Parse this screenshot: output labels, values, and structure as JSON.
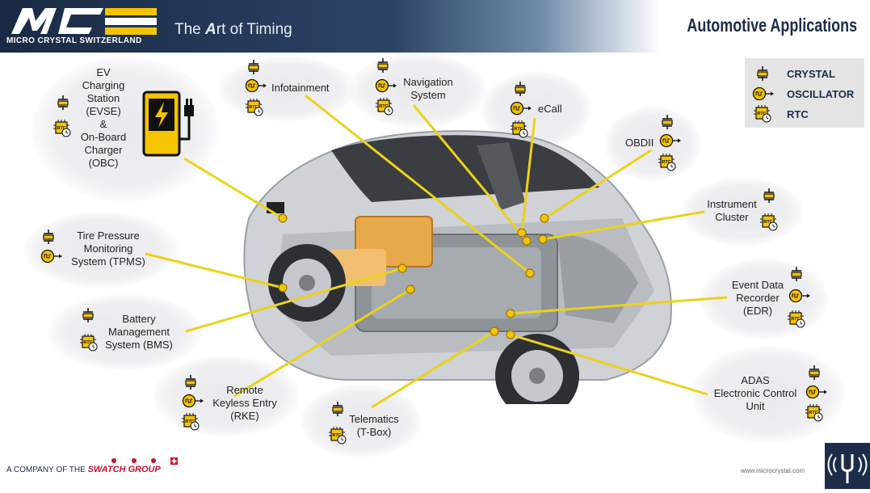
{
  "header": {
    "company_name": "MICRO CRYSTAL SWITZERLAND",
    "tagline_pre": "The ",
    "tagline_a": "A",
    "tagline_post": "rt of Timing",
    "logo_letters": "MC",
    "title": "Automotive Applications"
  },
  "legend": {
    "items": [
      {
        "label": "CRYSTAL",
        "icon": "crystal-icon"
      },
      {
        "label": "OSCILLATOR",
        "icon": "oscillator-icon"
      },
      {
        "label": "RTC",
        "icon": "rtc-icon"
      }
    ]
  },
  "applications": {
    "evse": {
      "lines": [
        "EV",
        "Charging",
        "Station",
        "(EVSE)",
        "&",
        "On-Board",
        "Charger",
        "(OBC)"
      ]
    },
    "infotainment": {
      "label": "Infotainment"
    },
    "navigation": {
      "lines": [
        "Navigation",
        "System"
      ]
    },
    "ecall": {
      "label": "eCall"
    },
    "obdii": {
      "label": "OBDII"
    },
    "instrument": {
      "lines": [
        "Instrument",
        "Cluster"
      ]
    },
    "tpms": {
      "lines": [
        "Tire Pressure",
        "Monitoring",
        "System (TPMS)"
      ]
    },
    "bms": {
      "lines": [
        "Battery",
        "Management",
        "System (BMS)"
      ]
    },
    "edr": {
      "lines": [
        "Event Data",
        "Recorder",
        "(EDR)"
      ]
    },
    "rke": {
      "lines": [
        "Remote",
        "Keyless Entry",
        "(RKE)"
      ]
    },
    "telematics": {
      "lines": [
        "Telematics",
        "(T-Box)"
      ]
    },
    "adas": {
      "lines": [
        "ADAS",
        "Electronic Control",
        "Unit"
      ]
    }
  },
  "icons": {
    "rtc_text": "RTC"
  },
  "footer": {
    "company_prefix": "A COMPANY OF THE ",
    "group_name": "SWATCH GROUP",
    "url": "www.microcrystal.com"
  },
  "colors": {
    "accent_yellow": "#f5c400",
    "navy": "#1c2d4a",
    "line_yellow": "#ead21c"
  }
}
